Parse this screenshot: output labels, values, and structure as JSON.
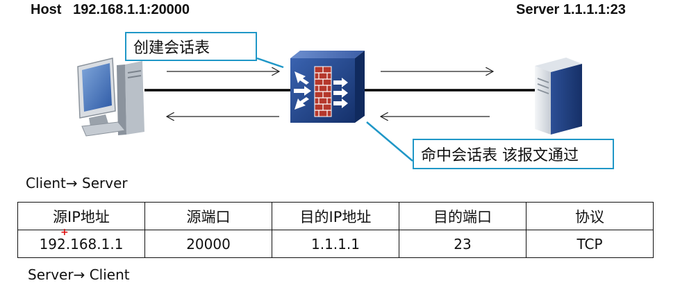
{
  "header": {
    "host_label": "Host",
    "host_addr": "192.168.1.1:20000",
    "server_label": "Server 1.1.1.1:23"
  },
  "callouts": {
    "create": "创建会话表",
    "hit": "命中会话表 该报文通过"
  },
  "icons": {
    "client": "desktop-computer-icon",
    "firewall": "firewall-icon",
    "server": "server-tower-icon"
  },
  "colors": {
    "callout_border": "#1f97c7",
    "firewall_body": "#1d3a78",
    "brick": "#b5382c"
  },
  "section1": "Client→ Server",
  "section2": "Server→ Client",
  "table": {
    "headers": [
      "源IP地址",
      "源端口",
      "目的IP地址",
      "目的端口",
      "协议"
    ],
    "row": [
      "192.168.1.1",
      "20000",
      "1.1.1.1",
      "23",
      "TCP"
    ]
  },
  "cursor_mark": "+"
}
